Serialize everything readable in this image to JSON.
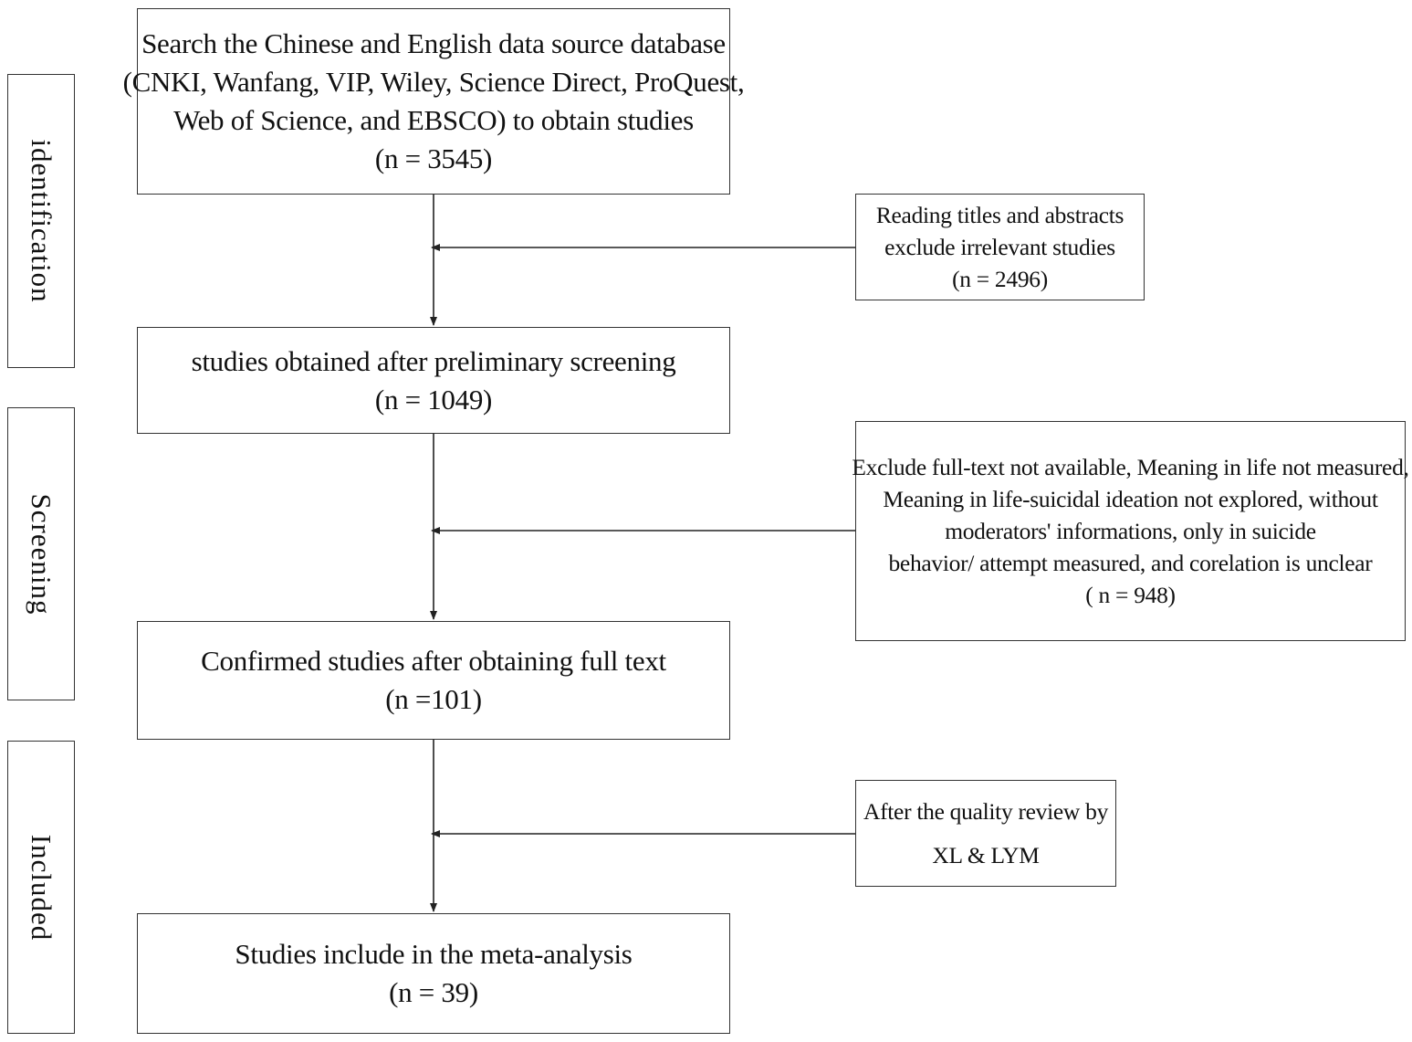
{
  "stages": {
    "identification": "identification",
    "screening": "Screening",
    "included": "Included"
  },
  "boxes": {
    "search": {
      "lines": [
        "Search the Chinese and English data source database",
        "(CNKI, Wanfang, VIP, Wiley, Science Direct, ProQuest,",
        "Web of Science, and EBSCO) to obtain studies",
        "(n = 3545)"
      ]
    },
    "preliminary": {
      "lines": [
        "studies obtained after preliminary screening",
        "(n = 1049)"
      ]
    },
    "fulltext": {
      "lines": [
        "Confirmed studies after obtaining full text",
        "(n =101)"
      ]
    },
    "included": {
      "lines": [
        "Studies include in the meta-analysis",
        "(n = 39)"
      ]
    }
  },
  "exclusions": {
    "titles_abstracts": {
      "lines": [
        "Reading titles and abstracts",
        "exclude  irrelevant studies",
        "(n = 2496)"
      ]
    },
    "fulltext_exclusion": {
      "lines": [
        "Exclude full-text not available, Meaning in life not measured,",
        "Meaning in life-suicidal ideation not explored, without",
        "moderators' informations, only in suicide",
        "behavior/ attempt measured, and corelation is unclear",
        "( n = 948)"
      ]
    },
    "quality_review": {
      "lines": [
        "After the quality  review by",
        "XL & LYM"
      ]
    }
  }
}
